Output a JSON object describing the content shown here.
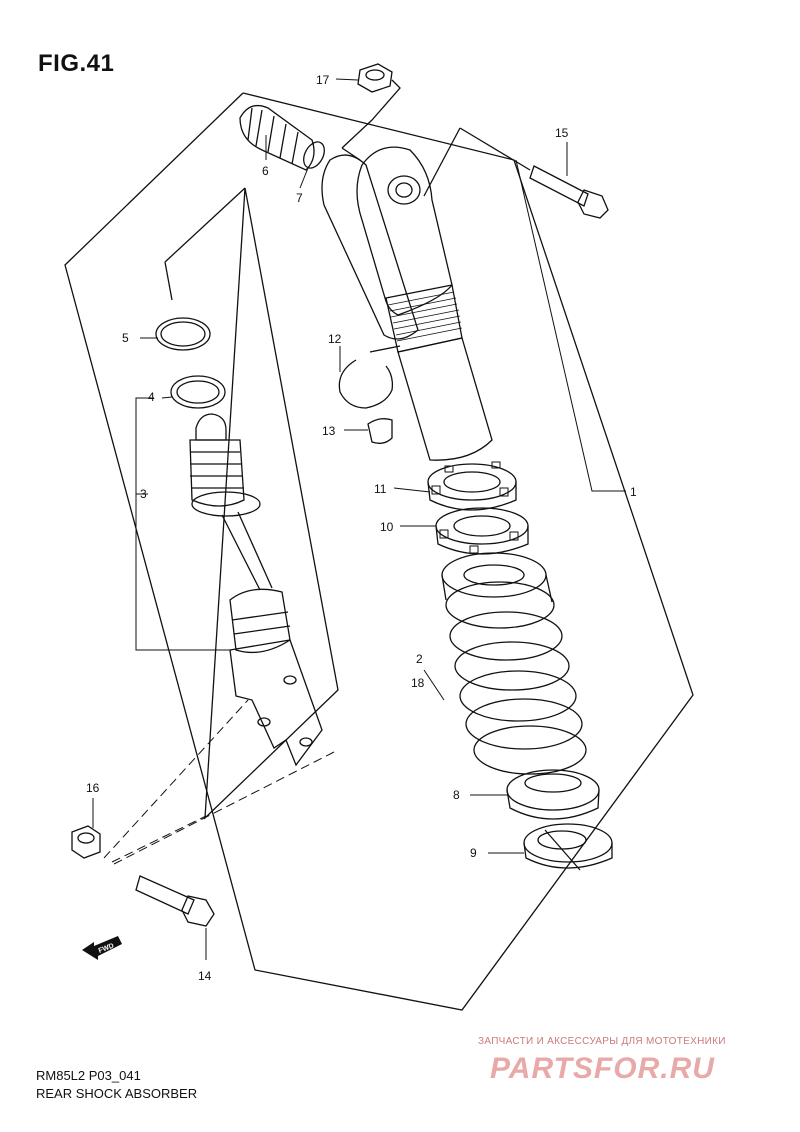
{
  "figure": {
    "title": "FIG.41"
  },
  "callouts": [
    "17",
    "6",
    "7",
    "15",
    "5",
    "12",
    "4",
    "13",
    "3",
    "11",
    "1",
    "10",
    "2",
    "18",
    "8",
    "9",
    "16",
    "14"
  ],
  "footer": {
    "code": "RM85L2 P03_041",
    "name": "REAR SHOCK ABSORBER"
  },
  "watermark": {
    "tagline": "ЗАПЧАСТИ И АКСЕССУАРЫ ДЛЯ МОТОТЕХНИКИ",
    "logo": "PARTSFOR.RU"
  },
  "direction_badge": "FWD"
}
